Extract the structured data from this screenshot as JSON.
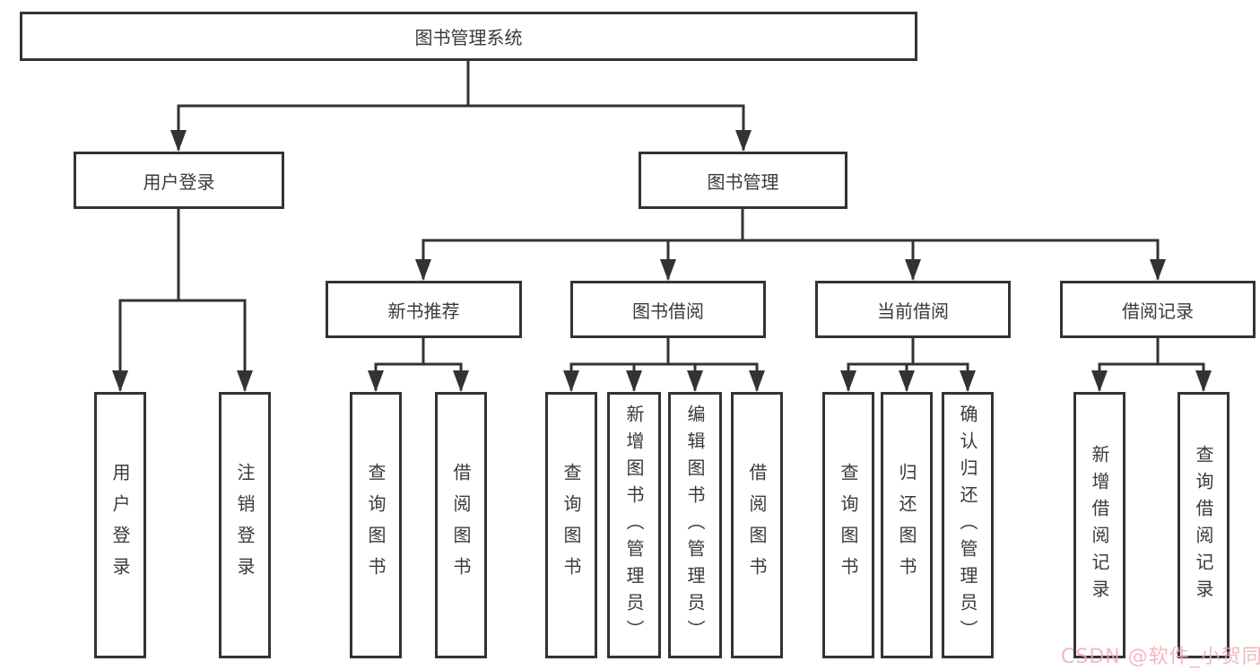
{
  "diagram": {
    "title": "图书管理系统",
    "level2": [
      {
        "label": "用户登录",
        "children": [
          {
            "label": "用户登录"
          },
          {
            "label": "注销登录"
          }
        ]
      },
      {
        "label": "图书管理",
        "children": [
          {
            "label": "新书推荐",
            "children": [
              {
                "label": "查询图书"
              },
              {
                "label": "借阅图书"
              }
            ]
          },
          {
            "label": "图书借阅",
            "children": [
              {
                "label": "查询图书"
              },
              {
                "label": "新增图书（管理员）"
              },
              {
                "label": "编辑图书（管理员）"
              },
              {
                "label": "借阅图书"
              }
            ]
          },
          {
            "label": "当前借阅",
            "children": [
              {
                "label": "查询图书"
              },
              {
                "label": "归还图书"
              },
              {
                "label": "确认归还（管理员）"
              }
            ]
          },
          {
            "label": "借阅记录",
            "children": [
              {
                "label": "新增借阅记录"
              },
              {
                "label": "查询借阅记录"
              }
            ]
          }
        ]
      }
    ]
  },
  "colors": {
    "line": "#333333",
    "text": "#3a3a3a",
    "watermark": "#f0aab4"
  },
  "watermark": {
    "text": "CSDN @软件_小贺同学"
  }
}
